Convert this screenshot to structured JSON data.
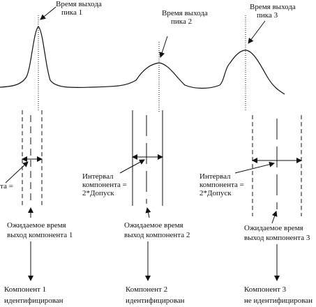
{
  "peaks": [
    {
      "line1": "Время выхода",
      "line2": "пика 1"
    },
    {
      "line1": "Время выхода",
      "line2": "пика 2"
    },
    {
      "line1": "Время выхода",
      "line2": "пика 3"
    }
  ],
  "interval": {
    "left_partial": "та =",
    "c2_line1": "Интервал",
    "c2_line2": "компонента =",
    "c2_line3": "2*Допуск",
    "c3_line1": "Интервал",
    "c3_line2": "компонента =",
    "c3_line3": "2*Допуск"
  },
  "expected": [
    {
      "line1": "Ожидаемое время",
      "line2": "выход компонента 1"
    },
    {
      "line1": "Ожидаемое время",
      "line2": "выход компонента 2"
    },
    {
      "line1": "Ожидаемое время",
      "line2": "выход компонента 3"
    }
  ],
  "results": [
    {
      "line1": "Компонент 1",
      "line2": "идентифицирован"
    },
    {
      "line1": "Компонент 2",
      "line2": "идентифицирован"
    },
    {
      "line1": "Компонент 3",
      "line2": "не идентифицирован"
    }
  ]
}
